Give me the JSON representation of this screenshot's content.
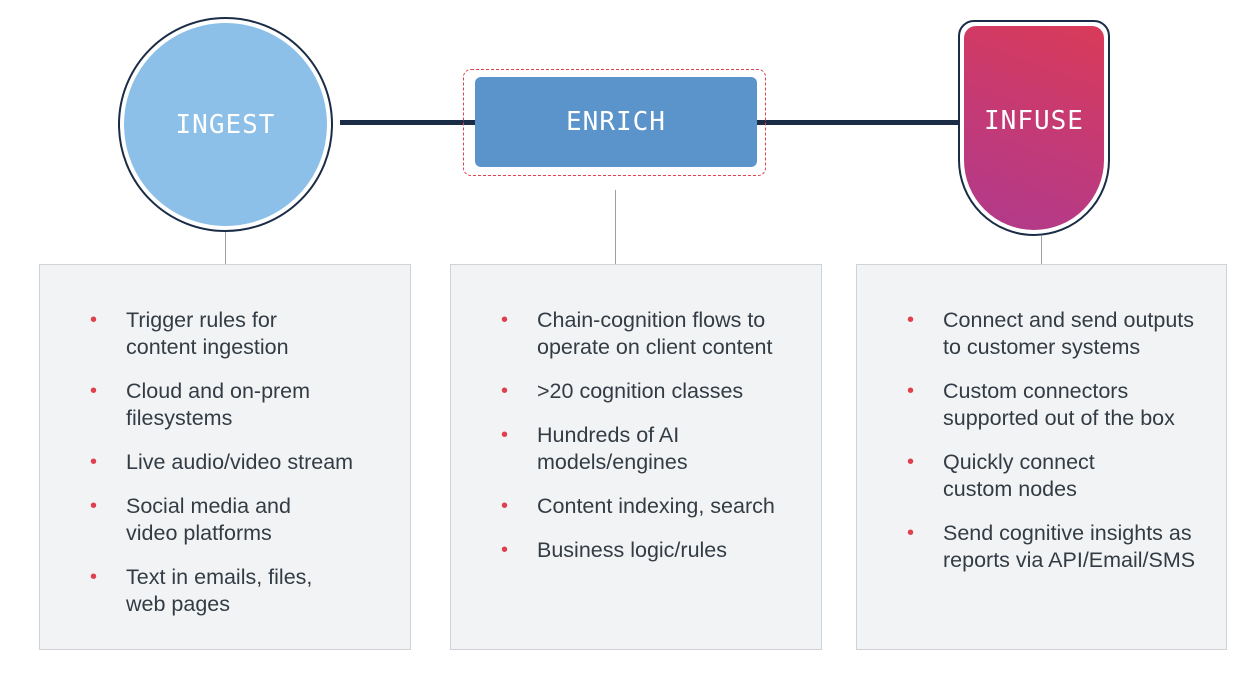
{
  "stages": {
    "ingest": "INGEST",
    "enrich": "ENRICH",
    "infuse": "INFUSE"
  },
  "panels": {
    "ingest": [
      "Trigger rules for\ncontent ingestion",
      "Cloud and on-prem\nfilesystems",
      "Live audio/video stream",
      "Social media and\nvideo platforms",
      "Text in emails, files,\nweb pages"
    ],
    "enrich": [
      "Chain-cognition flows to\noperate on client content",
      ">20 cognition classes",
      "Hundreds of AI\nmodels/engines",
      "Content indexing, search",
      "Business logic/rules"
    ],
    "infuse": [
      "Connect and send outputs\nto customer systems",
      "Custom connectors\nsupported out of the box",
      "Quickly connect\ncustom nodes",
      "Send cognitive insights as\nreports via API/Email/SMS"
    ]
  },
  "colors": {
    "ingest": "#8cc0e8",
    "enrich": "#5b93cb",
    "infuse": "#c23a78",
    "bullet": "#e0404e",
    "connector": "#1a2c46"
  }
}
